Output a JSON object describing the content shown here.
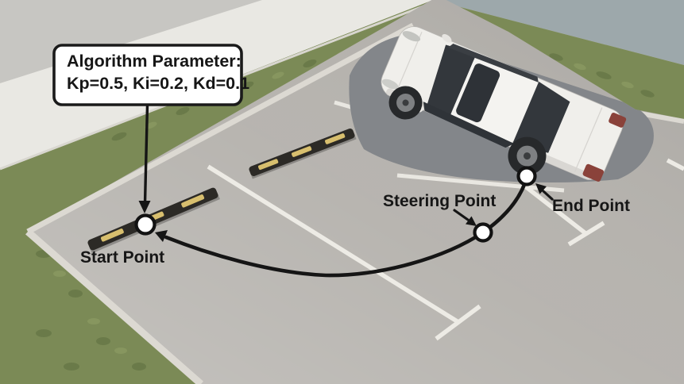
{
  "figure": {
    "callout": {
      "title": "Algorithm Parameter:",
      "parameters": "Kp=0.5, Ki=0.2, Kd=0.1"
    },
    "labels": {
      "start": "Start Point",
      "steering": "Steering Point",
      "end": "End Point"
    }
  },
  "colors": {
    "annotation_ink": "#151515",
    "marker_fill": "#ffffff",
    "asphalt": "#b6b3ae",
    "grass": "#7b8a56",
    "grass_dark": "#5e6e41",
    "grass_light": "#94a368",
    "wall_top_band": "#c7c6c2",
    "wall_white": "#e9e8e3",
    "wall_blue_gray": "#9da8ab",
    "curb": "#dcd9d2",
    "lane_marking": "#edebe5",
    "car_shadow": "#83868a",
    "car_body": "#f0efeb",
    "car_roof": "#f4f3f0",
    "car_glass": "#33373c",
    "sunroof": "#2e3237",
    "wheel_stop": "#2c2a26",
    "wheel_stop_stripe": "#d8bf6e",
    "taillight": "#8a423a",
    "tire": "#27292b"
  }
}
